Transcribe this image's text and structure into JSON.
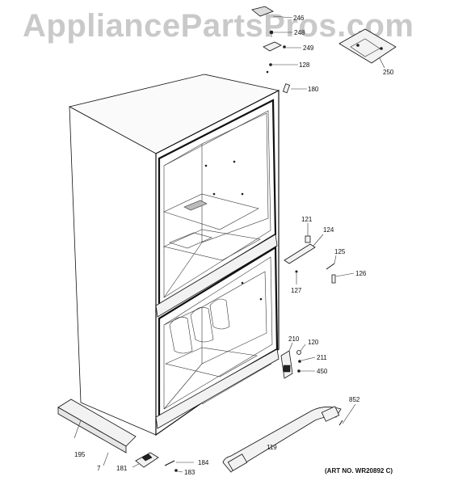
{
  "watermark": "AppliancePartsPros.com",
  "art_number": "(ART NO. WR20892 C)",
  "part_labels": {
    "p246": "246",
    "p248": "248",
    "p249": "249",
    "p128": "128",
    "p250": "250",
    "p180": "180",
    "p121": "121",
    "p124": "124",
    "p125": "125",
    "p126": "126",
    "p127": "127",
    "p210": "210",
    "p120": "120",
    "p211": "211",
    "p450": "450",
    "p852": "852",
    "p195": "195",
    "p7": "7",
    "p119": "119",
    "p181": "181",
    "p184": "184",
    "p183": "183"
  }
}
